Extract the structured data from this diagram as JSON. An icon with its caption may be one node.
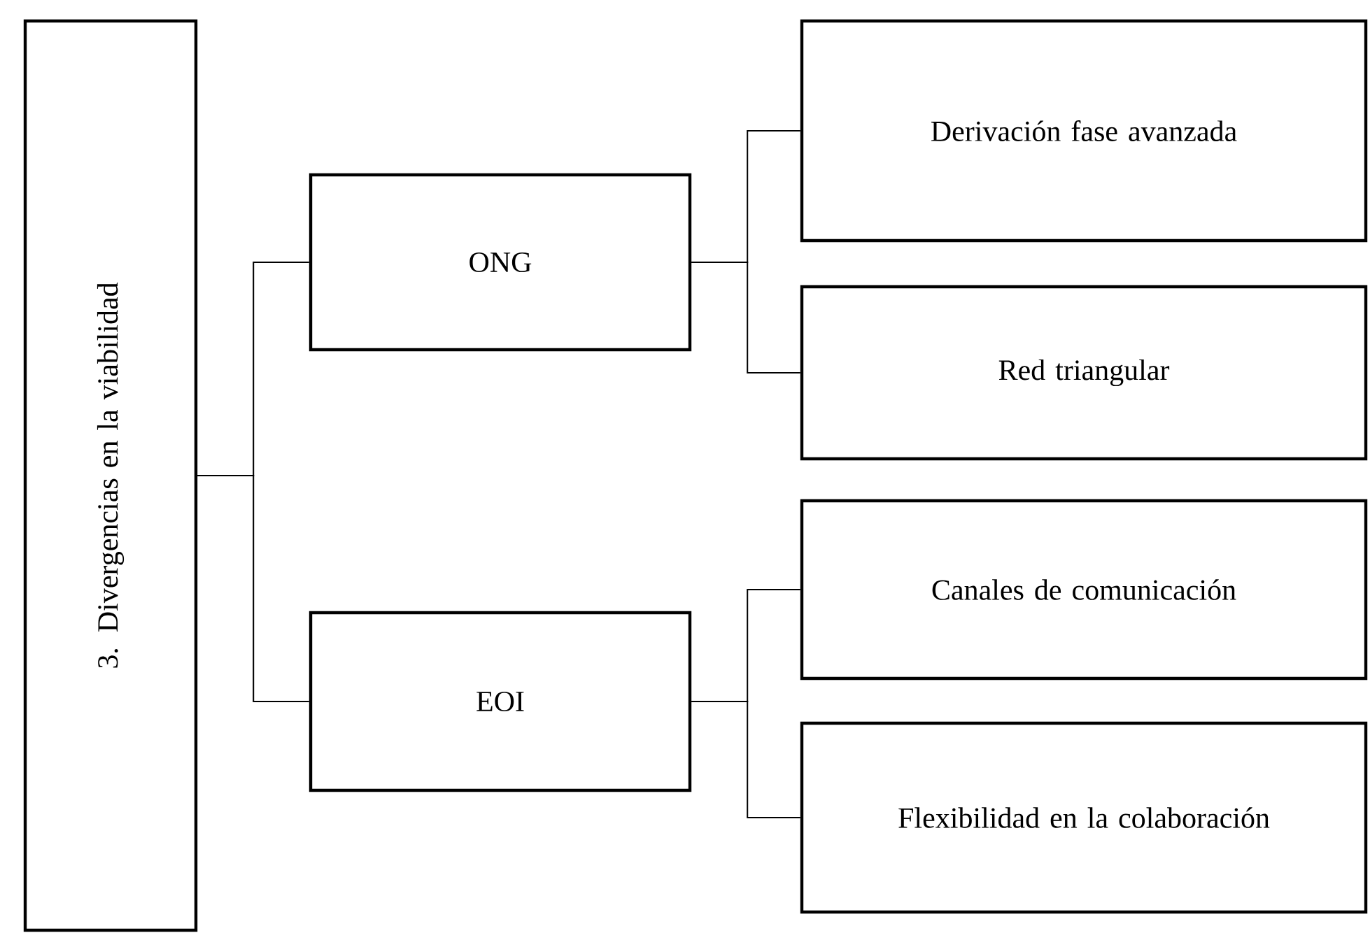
{
  "diagram": {
    "nodes": [
      {
        "text": [
          "3. Divergencias en la viabilidad"
        ]
      },
      {
        "text": [
          "ONG"
        ]
      },
      {
        "text": [
          "EOI"
        ]
      },
      {
        "text": [
          "Derivación fase avanzada"
        ]
      },
      {
        "text": [
          "Red triangular"
        ]
      },
      {
        "text": [
          "Canales de comunicación"
        ]
      },
      {
        "text": [
          "Flexibilidad en la colaboración"
        ]
      }
    ],
    "edges": [
      {
        "from": 0,
        "to": 1,
        "arrow": "none"
      },
      {
        "from": 0,
        "to": 2,
        "arrow": "none"
      },
      {
        "from": 1,
        "to": 3,
        "arrow": "none"
      },
      {
        "from": 1,
        "to": 4,
        "arrow": "none"
      },
      {
        "from": 2,
        "to": 5,
        "arrow": "none"
      },
      {
        "from": 2,
        "to": 6,
        "arrow": "none"
      }
    ]
  }
}
